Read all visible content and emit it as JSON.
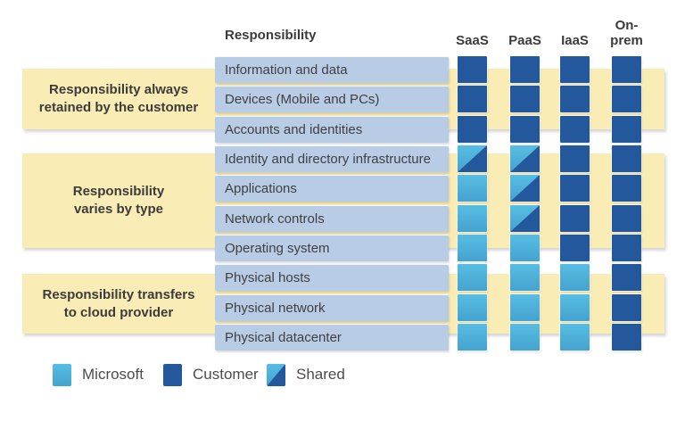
{
  "header": {
    "responsibility_label": "Responsibility"
  },
  "groups": [
    {
      "label": "Responsibility always\nretained by the customer"
    },
    {
      "label": "Responsibility\nvaries by type"
    },
    {
      "label": "Responsibility transfers\nto cloud provider"
    }
  ],
  "legend": [
    {
      "label": "Microsoft",
      "type": "microsoft"
    },
    {
      "label": "Customer",
      "type": "customer"
    },
    {
      "label": "Shared",
      "type": "shared"
    }
  ],
  "colors": {
    "microsoft_top": "#57BDE3",
    "microsoft_bottom": "#45A3CF",
    "customer": "#23599C",
    "row_bg": "#B9CCE6",
    "band_bg": "#F9ECB5",
    "header_text": "#3B3B3B",
    "row_text": "#404040",
    "legend_text": "#4C4C4C"
  },
  "chart_data": {
    "type": "table",
    "title": "Shared responsibility model",
    "columns": [
      "SaaS",
      "PaaS",
      "IaaS",
      "On-prem"
    ],
    "rows": [
      {
        "label": "Information and data",
        "group": 0,
        "values": [
          "Customer",
          "Customer",
          "Customer",
          "Customer"
        ]
      },
      {
        "label": "Devices (Mobile and PCs)",
        "group": 0,
        "values": [
          "Customer",
          "Customer",
          "Customer",
          "Customer"
        ]
      },
      {
        "label": "Accounts and identities",
        "group": 0,
        "values": [
          "Customer",
          "Customer",
          "Customer",
          "Customer"
        ]
      },
      {
        "label": "Identity and directory infrastructure",
        "group": 1,
        "values": [
          "Shared",
          "Shared",
          "Customer",
          "Customer"
        ]
      },
      {
        "label": "Applications",
        "group": 1,
        "values": [
          "Microsoft",
          "Shared",
          "Customer",
          "Customer"
        ]
      },
      {
        "label": "Network controls",
        "group": 1,
        "values": [
          "Microsoft",
          "Shared",
          "Customer",
          "Customer"
        ]
      },
      {
        "label": "Operating system",
        "group": 1,
        "values": [
          "Microsoft",
          "Microsoft",
          "Customer",
          "Customer"
        ]
      },
      {
        "label": "Physical hosts",
        "group": 2,
        "values": [
          "Microsoft",
          "Microsoft",
          "Microsoft",
          "Customer"
        ]
      },
      {
        "label": "Physical network",
        "group": 2,
        "values": [
          "Microsoft",
          "Microsoft",
          "Microsoft",
          "Customer"
        ]
      },
      {
        "label": "Physical datacenter",
        "group": 2,
        "values": [
          "Microsoft",
          "Microsoft",
          "Microsoft",
          "Customer"
        ]
      }
    ],
    "legend_entries": [
      "Microsoft",
      "Customer",
      "Shared"
    ]
  }
}
